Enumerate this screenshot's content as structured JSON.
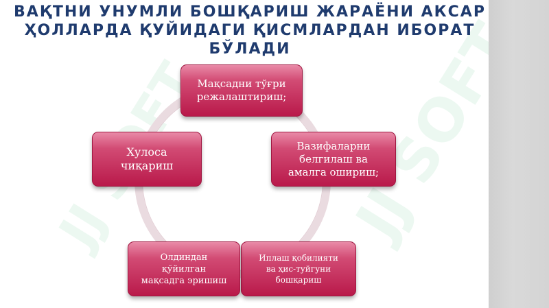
{
  "title": {
    "line1": "ВАҚТНИ УНУМЛИ БОШҚАРИШ ЖАРАЁНИ АКСАР",
    "line2": "ҲОЛЛАРДА ҚУЙИДАГИ ҚИСМЛАРДАН ИБОРАТ",
    "line3": "БЎЛАДИ"
  },
  "diagram": {
    "type": "cycle",
    "steps": [
      {
        "line1": "Мақсадни тўғри",
        "line2": "режалаштириш;",
        "line3": ""
      },
      {
        "line1": "Вазифаларни",
        "line2": "белгилаш ва",
        "line3": "амалга ошириш;"
      },
      {
        "line1": "Иплаш қобилияти",
        "line2": "ва ҳис-туйгуни",
        "line3": "бошқариш"
      },
      {
        "line1": "Олдиндан",
        "line2": "қўйилган",
        "line3": "мақсадга эришиш"
      },
      {
        "line1": "Хулоса",
        "line2": "чиқариш",
        "line3": ""
      }
    ]
  },
  "watermark": {
    "left_text": "JJ SOFT",
    "right_text": "JJ SOFT"
  },
  "colors": {
    "title": "#1f3b6e",
    "box_top": "#e98aa7",
    "box_bottom": "#b9194a",
    "ring": "#eadbe0",
    "strip": "#d4d4d4"
  }
}
